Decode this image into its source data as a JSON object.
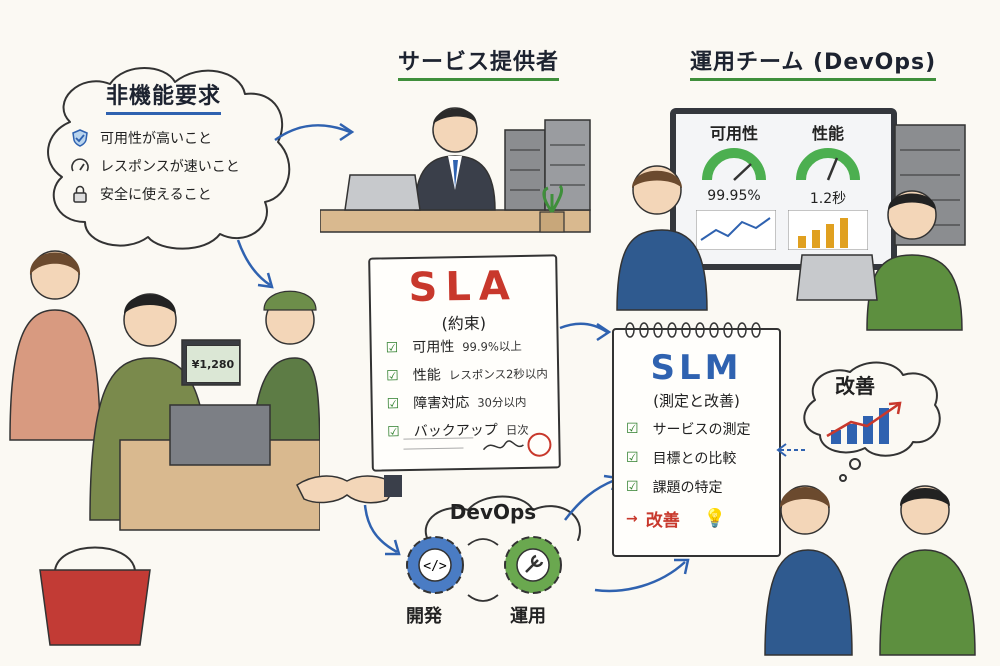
{
  "requirements": {
    "title": "非機能要求",
    "items": [
      {
        "label": "可用性が高いこと",
        "icon": "shield-icon"
      },
      {
        "label": "レスポンスが速いこと",
        "icon": "speedometer-icon"
      },
      {
        "label": "安全に使えること",
        "icon": "lock-icon"
      }
    ]
  },
  "provider": {
    "title": "サービス提供者"
  },
  "devops_team": {
    "title": "運用チーム (DevOps)",
    "gauges": [
      {
        "label": "可用性",
        "value": "99.95%"
      },
      {
        "label": "性能",
        "value": "1.2秒"
      }
    ]
  },
  "register": {
    "price": "¥1,280"
  },
  "sla": {
    "title": "SLA",
    "subtitle": "(約束)",
    "items": [
      {
        "label": "可用性",
        "detail": "99.9%以上"
      },
      {
        "label": "性能",
        "detail": "レスポンス2秒以内"
      },
      {
        "label": "障害対応",
        "detail": "30分以内"
      },
      {
        "label": "バックアップ",
        "detail": "日次"
      }
    ]
  },
  "slm": {
    "title": "SLM",
    "subtitle": "(測定と改善)",
    "items": [
      {
        "label": "サービスの測定"
      },
      {
        "label": "目標との比較"
      },
      {
        "label": "課題の特定"
      }
    ],
    "improve": "改善"
  },
  "improve_bubble": {
    "title": "改善"
  },
  "devops_cycle": {
    "title": "DevOps",
    "dev": "開発",
    "ops": "運用"
  },
  "colors": {
    "green": "#3f8f3b",
    "blue": "#2f62b0",
    "red": "#c8382c",
    "gauge_green": "#4caf50"
  }
}
